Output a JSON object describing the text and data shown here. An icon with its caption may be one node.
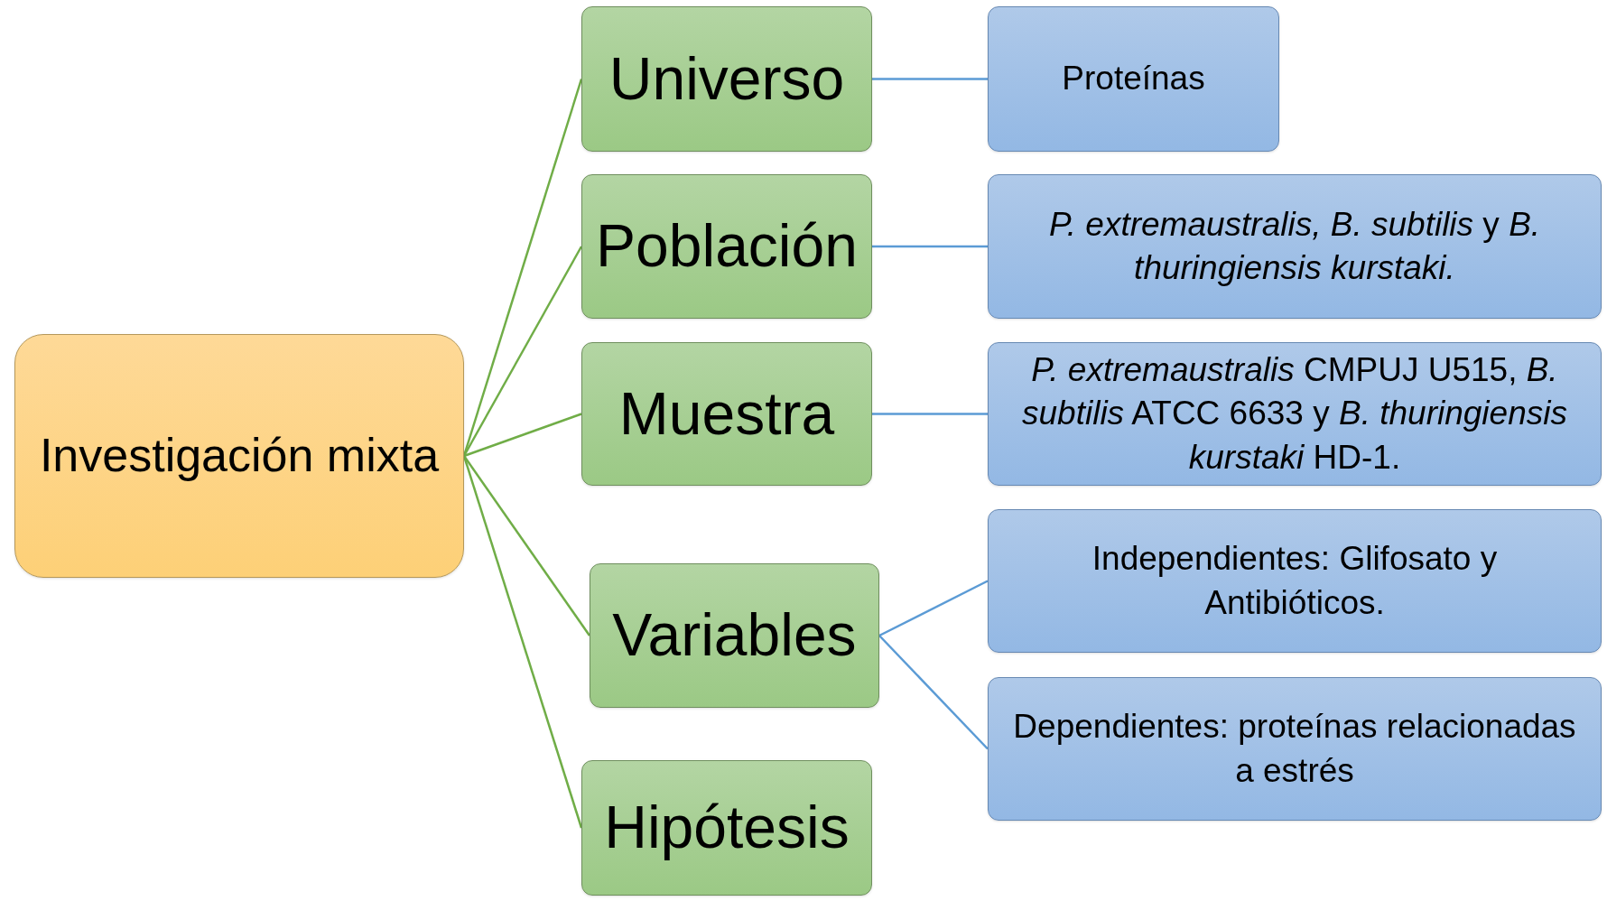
{
  "diagram": {
    "nodes": [
      {
        "text": [
          "Investigación mixta"
        ]
      },
      {
        "text": [
          "Universo"
        ]
      },
      {
        "text": [
          "Población"
        ]
      },
      {
        "text": [
          "Muestra"
        ]
      },
      {
        "text": [
          "Variables"
        ]
      },
      {
        "text": [
          "Hipótesis"
        ]
      },
      {
        "text": [
          "Proteínas"
        ]
      },
      {
        "text": [
          "*P. extremaustralis, B. subtilis* y *B. thuringiensis kurstaki.*"
        ]
      },
      {
        "text": [
          "*P. extremaustralis* CMPUJ U515, *B. subtilis* ATCC 6633 y *B. thuringiensis kurstaki* HD-1."
        ]
      },
      {
        "text": [
          "Independientes: Glifosato y Antibióticos."
        ]
      },
      {
        "text": [
          "Dependientes:  proteínas relacionadas a estrés"
        ]
      }
    ],
    "edges": [
      {
        "from": 0,
        "to": 1,
        "arrow": "none",
        "color": "#70ad47"
      },
      {
        "from": 0,
        "to": 2,
        "arrow": "none",
        "color": "#70ad47"
      },
      {
        "from": 0,
        "to": 3,
        "arrow": "none",
        "color": "#70ad47"
      },
      {
        "from": 0,
        "to": 4,
        "arrow": "none",
        "color": "#70ad47"
      },
      {
        "from": 0,
        "to": 5,
        "arrow": "none",
        "color": "#70ad47"
      },
      {
        "from": 1,
        "to": 6,
        "arrow": "none",
        "color": "#5b9bd5"
      },
      {
        "from": 2,
        "to": 7,
        "arrow": "none",
        "color": "#5b9bd5"
      },
      {
        "from": 3,
        "to": 8,
        "arrow": "none",
        "color": "#5b9bd5"
      },
      {
        "from": 4,
        "to": 9,
        "arrow": "none",
        "color": "#5b9bd5"
      },
      {
        "from": 4,
        "to": 10,
        "arrow": "none",
        "color": "#5b9bd5"
      }
    ]
  }
}
